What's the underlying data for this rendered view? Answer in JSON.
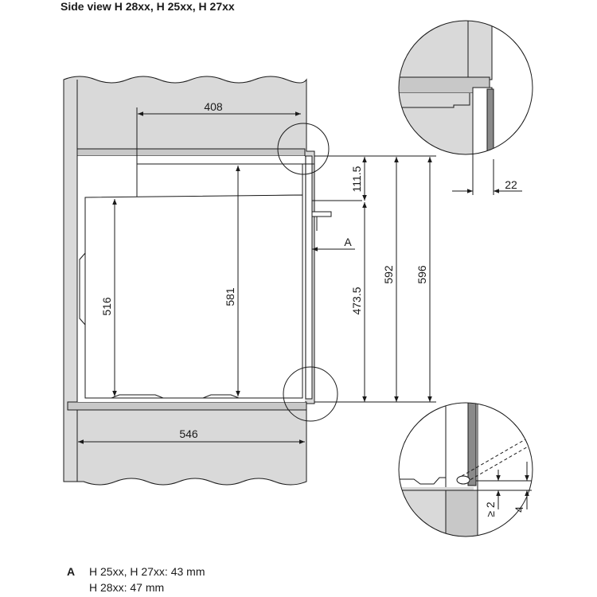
{
  "title": "Side view H 28xx, H 25xx, H 27xx",
  "dimensions": {
    "width_top": "408",
    "width_bottom": "546",
    "h_516": "516",
    "h_581": "581",
    "h_111_5": "111.5",
    "h_473_5": "473.5",
    "h_592": "592",
    "h_596": "596",
    "detail_22": "22",
    "detail_ge2": "≥ 2",
    "detail_4": "4",
    "marker_a": "A"
  },
  "notes": {
    "key": "A",
    "line1": "H 25xx, H 27xx: 43 mm",
    "line2": "H 28xx: 47 mm"
  },
  "colors": {
    "cabinet": "#d9d9d9",
    "outline": "#1a1a1a",
    "white": "#ffffff"
  }
}
